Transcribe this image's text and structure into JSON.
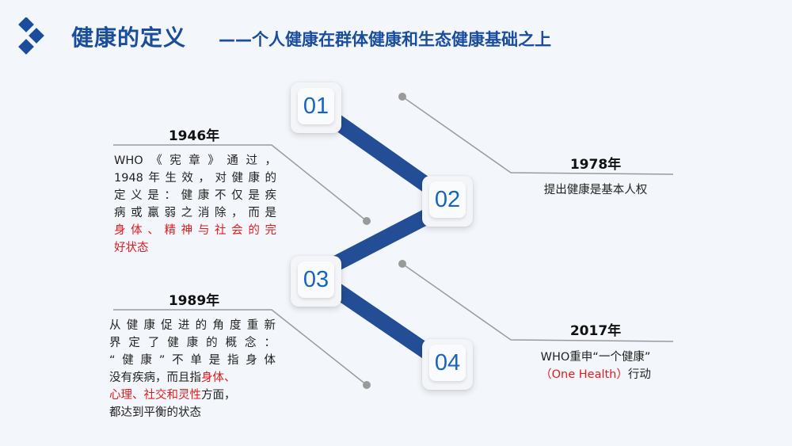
{
  "header": {
    "title": "健康的定义",
    "subtitle": "——个人健康在群体健康和生态健康基础之上",
    "logo_icon": "diamond-cluster-icon",
    "accent_color": "#1a4d9c"
  },
  "timeline": {
    "steps": [
      {
        "number": "01"
      },
      {
        "number": "02"
      },
      {
        "number": "03"
      },
      {
        "number": "04"
      }
    ],
    "connector_color": "#234e96",
    "number_color": "#1565c0"
  },
  "events": {
    "e1946": {
      "year": "1946年",
      "lines": [
        "WHO《宪章》通过，",
        "1948年生效，对健康的",
        "定义是：健康不仅是疾",
        "病或羸弱之消除，而是"
      ],
      "highlight_lines": [
        "身体、精神与社会的完",
        "好状态"
      ]
    },
    "e1978": {
      "year": "1978年",
      "text": "提出健康是基本人权"
    },
    "e1989": {
      "year": "1989年",
      "lines": [
        "从健康促进的角度重新",
        "界定了健康的概念：",
        "“健康”不单是指身体"
      ],
      "line4_normal": "没有疾病，而且指",
      "line4_red": "身体、",
      "line5_red": "心理、社交和灵性",
      "line5_normal": "方面，",
      "line6": "都达到平衡的状态"
    },
    "e2017": {
      "year": "2017年",
      "line1": "WHO重申“一个健康”",
      "line2_red": "（One Health）",
      "line2_normal": "行动"
    }
  },
  "colors": {
    "highlight": "#e01c1c",
    "leader_line": "#999999",
    "background": "#f3f6fa"
  }
}
